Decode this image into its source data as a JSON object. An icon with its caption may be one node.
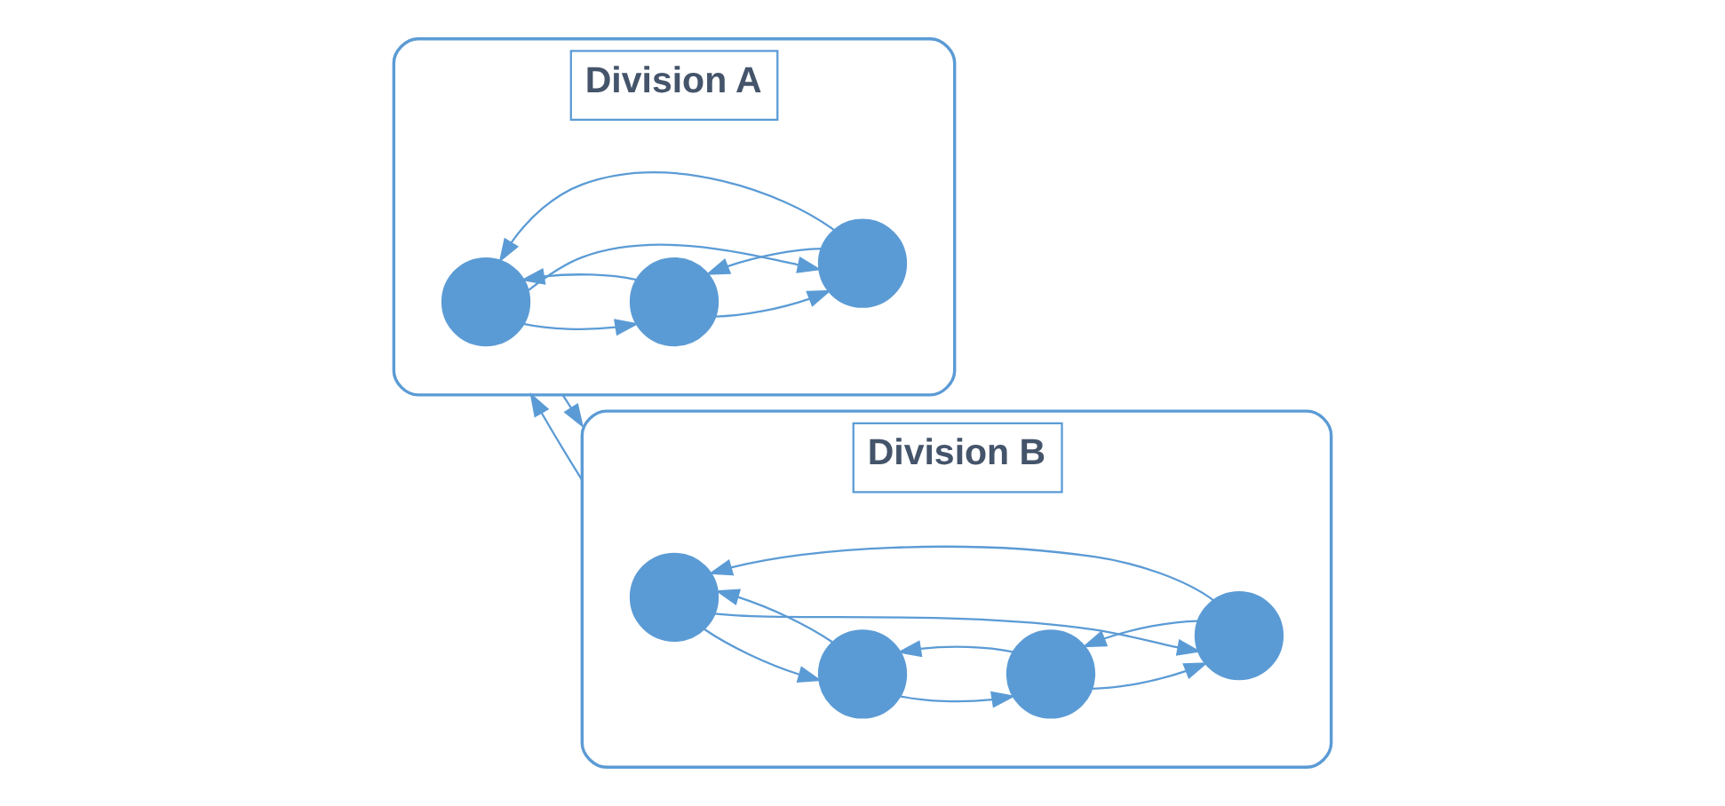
{
  "diagram": {
    "nodes": [
      {
        "text": [
          "Division A"
        ]
      },
      {
        "text": [],
        "shape": "circle",
        "in": 0
      },
      {
        "text": [],
        "shape": "circle",
        "in": 0
      },
      {
        "text": [],
        "shape": "circle",
        "in": 0
      },
      {
        "text": [
          "Division B"
        ]
      },
      {
        "text": [],
        "shape": "circle",
        "in": 4
      },
      {
        "text": [],
        "shape": "circle",
        "in": 4
      },
      {
        "text": [],
        "shape": "circle",
        "in": 4
      },
      {
        "text": [],
        "shape": "circle",
        "in": 4
      }
    ],
    "edges": [
      {
        "from": 1,
        "to": 2,
        "arrow": "to"
      },
      {
        "from": 2,
        "to": 1,
        "arrow": "to"
      },
      {
        "from": 3,
        "to": 1,
        "arrow": "to"
      },
      {
        "from": 1,
        "to": 3,
        "arrow": "to"
      },
      {
        "from": 3,
        "to": 2,
        "arrow": "to"
      },
      {
        "from": 2,
        "to": 3,
        "arrow": "to"
      },
      {
        "from": 0,
        "to": 4,
        "arrow": "to"
      },
      {
        "from": 4,
        "to": 0,
        "arrow": "to"
      },
      {
        "from": 5,
        "to": 6,
        "arrow": "to"
      },
      {
        "from": 6,
        "to": 5,
        "arrow": "to"
      },
      {
        "from": 5,
        "to": 7,
        "arrow": "to"
      },
      {
        "from": 7,
        "to": 5,
        "arrow": "to"
      },
      {
        "from": 8,
        "to": 6,
        "arrow": "to"
      },
      {
        "from": 6,
        "to": 8,
        "arrow": "to"
      },
      {
        "from": 8,
        "to": 7,
        "arrow": "to"
      },
      {
        "from": 7,
        "to": 8,
        "arrow": "to"
      }
    ]
  }
}
